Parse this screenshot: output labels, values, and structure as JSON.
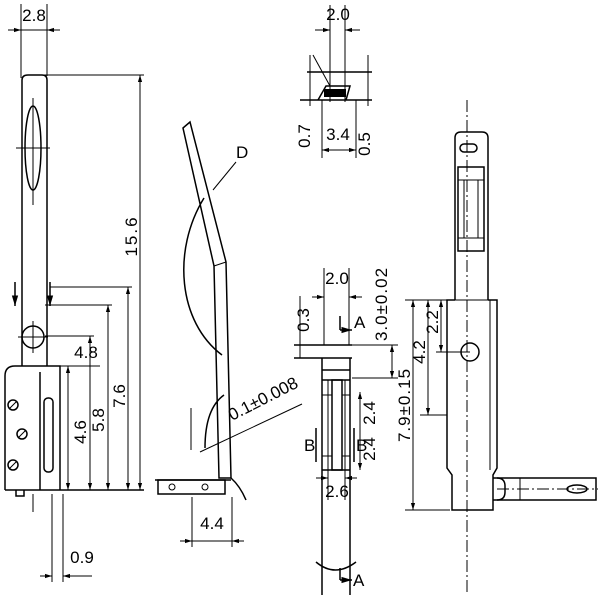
{
  "colors": {
    "line": "#000000",
    "background": "#ffffff"
  },
  "left_view": {
    "top_width": "2.8",
    "total_height": "15.6",
    "body_height": "4.8",
    "lower_height": "4.6",
    "hole_height": "5.8",
    "arrow_height": "7.6",
    "offset": "0.9"
  },
  "side_view": {
    "detail_callout": "D",
    "thickness_tolerance": "0.1±0.008",
    "foot_width": "4.4"
  },
  "top_detail": {
    "width": "2.0",
    "left_height": "0.7",
    "span": "3.4",
    "right_height": "0.5"
  },
  "section_view": {
    "width": "2.0",
    "thickness": "0.3",
    "section_mark_top": "A",
    "height_tolerance": "3.0±0.02",
    "inner_height_upper": "2.4",
    "inner_height_lower": "2.4",
    "section_mark_left": "B",
    "section_mark_right": "B",
    "slot_width": "2.6",
    "section_mark_bottom": "A"
  },
  "right_view": {
    "total_length": "7.9±0.15",
    "mid_length": "4.2",
    "hole_offset": "2.2"
  }
}
